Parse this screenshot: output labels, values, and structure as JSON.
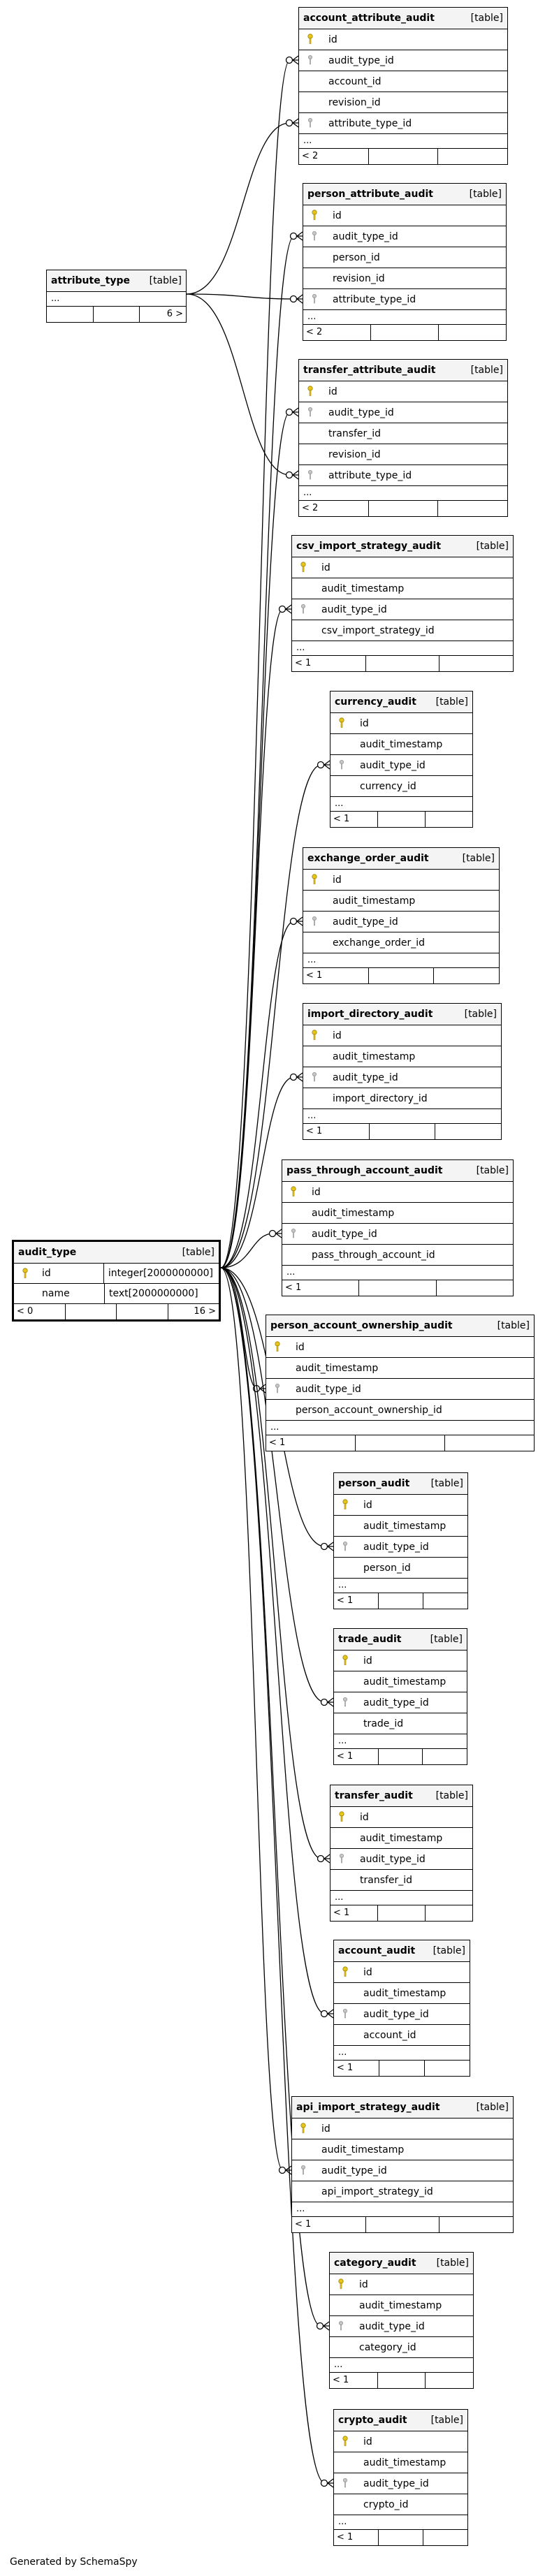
{
  "footer": "Generated by SchemaSpy",
  "tables": [
    {
      "id": "account_attribute_audit",
      "name": "account_attribute_audit",
      "kind": "[table]",
      "cols": [
        {
          "n": "id",
          "k": "pk"
        },
        {
          "n": "audit_type_id",
          "k": "fk"
        },
        {
          "n": "account_id",
          "k": ""
        },
        {
          "n": "revision_id",
          "k": ""
        },
        {
          "n": "attribute_type_id",
          "k": "fk"
        }
      ],
      "ellipsis": "...",
      "footer": [
        "< 2",
        "",
        ""
      ]
    },
    {
      "id": "person_attribute_audit",
      "name": "person_attribute_audit",
      "kind": "[table]",
      "cols": [
        {
          "n": "id",
          "k": "pk"
        },
        {
          "n": "audit_type_id",
          "k": "fk"
        },
        {
          "n": "person_id",
          "k": ""
        },
        {
          "n": "revision_id",
          "k": ""
        },
        {
          "n": "attribute_type_id",
          "k": "fk"
        }
      ],
      "ellipsis": "...",
      "footer": [
        "< 2",
        "",
        ""
      ]
    },
    {
      "id": "transfer_attribute_audit",
      "name": "transfer_attribute_audit",
      "kind": "[table]",
      "cols": [
        {
          "n": "id",
          "k": "pk"
        },
        {
          "n": "audit_type_id",
          "k": "fk"
        },
        {
          "n": "transfer_id",
          "k": ""
        },
        {
          "n": "revision_id",
          "k": ""
        },
        {
          "n": "attribute_type_id",
          "k": "fk"
        }
      ],
      "ellipsis": "...",
      "footer": [
        "< 2",
        "",
        ""
      ]
    },
    {
      "id": "csv_import_strategy_audit",
      "name": "csv_import_strategy_audit",
      "kind": "[table]",
      "cols": [
        {
          "n": "id",
          "k": "pk"
        },
        {
          "n": "audit_timestamp",
          "k": ""
        },
        {
          "n": "audit_type_id",
          "k": "fk"
        },
        {
          "n": "csv_import_strategy_id",
          "k": ""
        }
      ],
      "ellipsis": "...",
      "footer": [
        "< 1",
        "",
        ""
      ]
    },
    {
      "id": "currency_audit",
      "name": "currency_audit",
      "kind": "[table]",
      "cols": [
        {
          "n": "id",
          "k": "pk"
        },
        {
          "n": "audit_timestamp",
          "k": ""
        },
        {
          "n": "audit_type_id",
          "k": "fk"
        },
        {
          "n": "currency_id",
          "k": ""
        }
      ],
      "ellipsis": "...",
      "footer": [
        "< 1",
        "",
        ""
      ]
    },
    {
      "id": "exchange_order_audit",
      "name": "exchange_order_audit",
      "kind": "[table]",
      "cols": [
        {
          "n": "id",
          "k": "pk"
        },
        {
          "n": "audit_timestamp",
          "k": ""
        },
        {
          "n": "audit_type_id",
          "k": "fk"
        },
        {
          "n": "exchange_order_id",
          "k": ""
        }
      ],
      "ellipsis": "...",
      "footer": [
        "< 1",
        "",
        ""
      ]
    },
    {
      "id": "import_directory_audit",
      "name": "import_directory_audit",
      "kind": "[table]",
      "cols": [
        {
          "n": "id",
          "k": "pk"
        },
        {
          "n": "audit_timestamp",
          "k": ""
        },
        {
          "n": "audit_type_id",
          "k": "fk"
        },
        {
          "n": "import_directory_id",
          "k": ""
        }
      ],
      "ellipsis": "...",
      "footer": [
        "< 1",
        "",
        ""
      ]
    },
    {
      "id": "pass_through_account_audit",
      "name": "pass_through_account_audit",
      "kind": "[table]",
      "cols": [
        {
          "n": "id",
          "k": "pk"
        },
        {
          "n": "audit_timestamp",
          "k": ""
        },
        {
          "n": "audit_type_id",
          "k": "fk"
        },
        {
          "n": "pass_through_account_id",
          "k": ""
        }
      ],
      "ellipsis": "...",
      "footer": [
        "< 1",
        "",
        ""
      ]
    },
    {
      "id": "person_account_ownership_audit",
      "name": "person_account_ownership_audit",
      "kind": "[table]",
      "cols": [
        {
          "n": "id",
          "k": "pk"
        },
        {
          "n": "audit_timestamp",
          "k": ""
        },
        {
          "n": "audit_type_id",
          "k": "fk"
        },
        {
          "n": "person_account_ownership_id",
          "k": ""
        }
      ],
      "ellipsis": "...",
      "footer": [
        "< 1",
        "",
        ""
      ]
    },
    {
      "id": "person_audit",
      "name": "person_audit",
      "kind": "[table]",
      "cols": [
        {
          "n": "id",
          "k": "pk"
        },
        {
          "n": "audit_timestamp",
          "k": ""
        },
        {
          "n": "audit_type_id",
          "k": "fk"
        },
        {
          "n": "person_id",
          "k": ""
        }
      ],
      "ellipsis": "...",
      "footer": [
        "< 1",
        "",
        ""
      ]
    },
    {
      "id": "trade_audit",
      "name": "trade_audit",
      "kind": "[table]",
      "cols": [
        {
          "n": "id",
          "k": "pk"
        },
        {
          "n": "audit_timestamp",
          "k": ""
        },
        {
          "n": "audit_type_id",
          "k": "fk"
        },
        {
          "n": "trade_id",
          "k": ""
        }
      ],
      "ellipsis": "...",
      "footer": [
        "< 1",
        "",
        ""
      ]
    },
    {
      "id": "transfer_audit",
      "name": "transfer_audit",
      "kind": "[table]",
      "cols": [
        {
          "n": "id",
          "k": "pk"
        },
        {
          "n": "audit_timestamp",
          "k": ""
        },
        {
          "n": "audit_type_id",
          "k": "fk"
        },
        {
          "n": "transfer_id",
          "k": ""
        }
      ],
      "ellipsis": "...",
      "footer": [
        "< 1",
        "",
        ""
      ]
    },
    {
      "id": "account_audit",
      "name": "account_audit",
      "kind": "[table]",
      "cols": [
        {
          "n": "id",
          "k": "pk"
        },
        {
          "n": "audit_timestamp",
          "k": ""
        },
        {
          "n": "audit_type_id",
          "k": "fk"
        },
        {
          "n": "account_id",
          "k": ""
        }
      ],
      "ellipsis": "...",
      "footer": [
        "< 1",
        "",
        ""
      ]
    },
    {
      "id": "api_import_strategy_audit",
      "name": "api_import_strategy_audit",
      "kind": "[table]",
      "cols": [
        {
          "n": "id",
          "k": "pk"
        },
        {
          "n": "audit_timestamp",
          "k": ""
        },
        {
          "n": "audit_type_id",
          "k": "fk"
        },
        {
          "n": "api_import_strategy_id",
          "k": ""
        }
      ],
      "ellipsis": "...",
      "footer": [
        "< 1",
        "",
        ""
      ]
    },
    {
      "id": "category_audit",
      "name": "category_audit",
      "kind": "[table]",
      "cols": [
        {
          "n": "id",
          "k": "pk"
        },
        {
          "n": "audit_timestamp",
          "k": ""
        },
        {
          "n": "audit_type_id",
          "k": "fk"
        },
        {
          "n": "category_id",
          "k": ""
        }
      ],
      "ellipsis": "...",
      "footer": [
        "< 1",
        "",
        ""
      ]
    },
    {
      "id": "crypto_audit",
      "name": "crypto_audit",
      "kind": "[table]",
      "cols": [
        {
          "n": "id",
          "k": "pk"
        },
        {
          "n": "audit_timestamp",
          "k": ""
        },
        {
          "n": "audit_type_id",
          "k": "fk"
        },
        {
          "n": "crypto_id",
          "k": ""
        }
      ],
      "ellipsis": "...",
      "footer": [
        "< 1",
        "",
        ""
      ]
    }
  ],
  "attribute_type": {
    "name": "attribute_type",
    "kind": "[table]",
    "ellipsis": "...",
    "footer": [
      "",
      "",
      "6 >"
    ]
  },
  "audit_type": {
    "name": "audit_type",
    "kind": "[table]",
    "cols": [
      {
        "n": "id",
        "t": "integer[2000000000]",
        "k": "pk"
      },
      {
        "n": "name",
        "t": "text[2000000000]",
        "k": ""
      }
    ],
    "footer": [
      "< 0",
      "",
      "",
      "16 >"
    ]
  },
  "colors": {
    "pk_key": "#e6c619",
    "fk_key": "#a8a8a8",
    "line": "#000000"
  }
}
